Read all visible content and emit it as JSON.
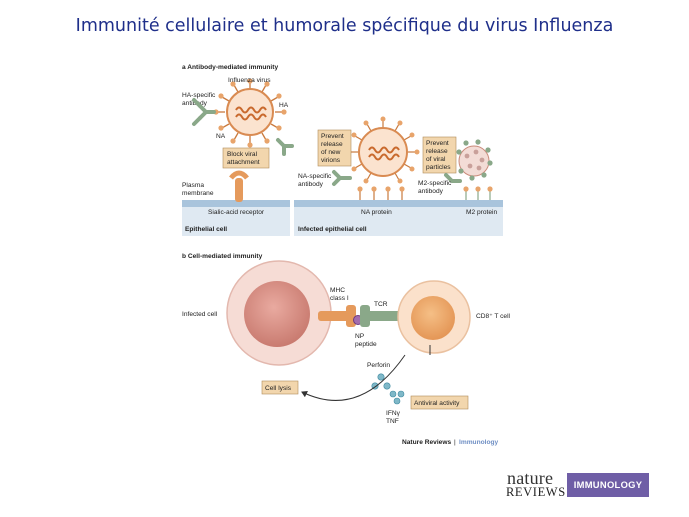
{
  "slide": {
    "title": "Immunité cellulaire et humorale spécifique du virus Influenza"
  },
  "panel_a": {
    "title": "a Antibody-mediated immunity",
    "influenza_virus": "Influenza virus",
    "ha_antibody_1": "HA-specific",
    "ha_antibody_2": "antibody",
    "ha": "HA",
    "na": "NA",
    "block_1": "Block viral",
    "block_2": "attachment",
    "plasma_1": "Plasma",
    "plasma_2": "membrane",
    "sialic": "Sialic-acid receptor",
    "epithelial": "Epithelial cell",
    "prevent_new_1": "Prevent",
    "prevent_new_2": "release",
    "prevent_new_3": "of new",
    "prevent_new_4": "virions",
    "prevent_part_1": "Prevent",
    "prevent_part_2": "release",
    "prevent_part_3": "of viral",
    "prevent_part_4": "particles",
    "na_antibody_1": "NA-specific",
    "na_antibody_2": "antibody",
    "m2_antibody_1": "M2-specific",
    "m2_antibody_2": "antibody",
    "na_protein": "NA protein",
    "m2_protein": "M2 protein",
    "infected_epithelial": "Infected epithelial cell"
  },
  "panel_b": {
    "title": "b Cell-mediated immunity",
    "infected_cell": "Infected cell",
    "mhc_1": "MHC",
    "mhc_2": "class I",
    "tcr": "TCR",
    "cd8": "CD8⁺ T cell",
    "np_1": "NP",
    "np_2": "peptide",
    "perforin": "Perforin",
    "cell_lysis": "Cell lysis",
    "antiviral": "Antiviral activity",
    "ifn": "IFNγ",
    "tnf": "TNF"
  },
  "credit": {
    "journal": "Nature Reviews",
    "separator": "|",
    "section": "Immunology"
  },
  "logo": {
    "nature": "nature",
    "reviews": "REVIEWS",
    "immunology": "IMMUNOLOGY"
  },
  "colors": {
    "title_blue": "#1f2f8a",
    "virus_orange": "#e8a46b",
    "antibody_green": "#8aa889",
    "label_box": "#f2d6ad",
    "membrane_blue": "#c9dcec",
    "cell_pink": "#f2cfc8",
    "nucleus_rose": "#d98e85",
    "tcell_orange": "#f0b785",
    "perforin_teal": "#7fb8c8",
    "logo_purple": "#6f5ea6"
  }
}
